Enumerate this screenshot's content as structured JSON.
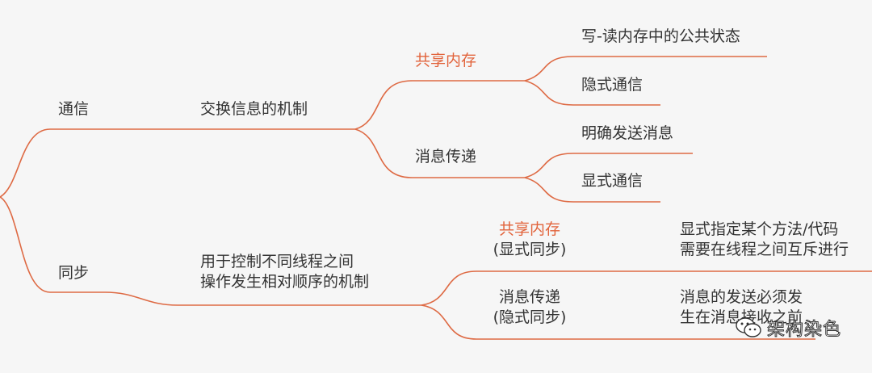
{
  "colors": {
    "branch": "#de6a44",
    "highlight": "#e2643c",
    "text": "#333333",
    "background": "#f6f6f6"
  },
  "tree": {
    "communication": {
      "label": "通信",
      "definition": "交换信息的机制",
      "shared_memory": {
        "label": "共享内存",
        "items": [
          "写-读内存中的公共状态",
          "隐式通信"
        ]
      },
      "message_passing": {
        "label": "消息传递",
        "items": [
          "明确发送消息",
          "显式通信"
        ]
      }
    },
    "synchronization": {
      "label": "同步",
      "definition_lines": [
        "用于控制不同线程之间",
        "操作发生相对顺序的机制"
      ],
      "shared_memory": {
        "label": "共享内存",
        "sub": "(显式同步)",
        "desc_lines": [
          "显式指定某个方法/代码",
          "需要在线程之间互斥进行"
        ]
      },
      "message_passing": {
        "label": "消息传递",
        "sub": "(隐式同步)",
        "desc_lines": [
          "消息的发送必须发",
          "生在消息接收之前"
        ]
      }
    }
  },
  "watermark": {
    "icon": "wechat-icon",
    "text": "架构染色"
  }
}
